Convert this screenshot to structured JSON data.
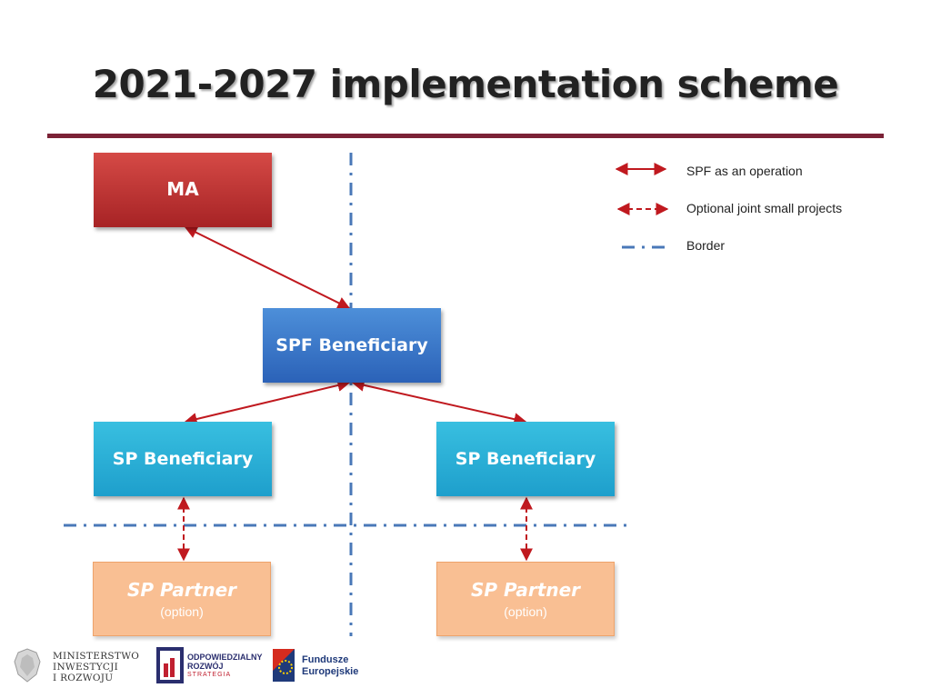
{
  "title": "2021-2027 implementation scheme",
  "nodes": {
    "ma": "MA",
    "spf_beneficiary": "SPF Beneficiary",
    "sp_beneficiary_left": "SP Beneficiary",
    "sp_beneficiary_right": "SP Beneficiary",
    "sp_partner_left": {
      "title": "SP Partner",
      "subtitle": "(option)"
    },
    "sp_partner_right": {
      "title": "SP Partner",
      "subtitle": "(option)"
    }
  },
  "legend": [
    {
      "label": "SPF as an operation",
      "line": "solid-arrow"
    },
    {
      "label": "Optional joint small projects",
      "line": "dashed-arrow"
    },
    {
      "label": "Border",
      "line": "dash-dot"
    }
  ],
  "logos": {
    "ministry": [
      "MINISTERSTWO",
      "INWESTYCJI",
      "I ROZWOJU"
    ],
    "strategy": [
      "ODPOWIEDZIALNY",
      "ROZWÓJ"
    ],
    "strategy_sub": "STRATEGIA",
    "funds": [
      "Fundusze",
      "Europejskie"
    ]
  },
  "colors": {
    "rule": "#7b2236",
    "arrow": "#c0191f",
    "border": "#4a78b8",
    "ma": "#c0393a",
    "spf": "#3a78c9",
    "sp": "#2ab0d8",
    "partner": "#f9bf93"
  }
}
